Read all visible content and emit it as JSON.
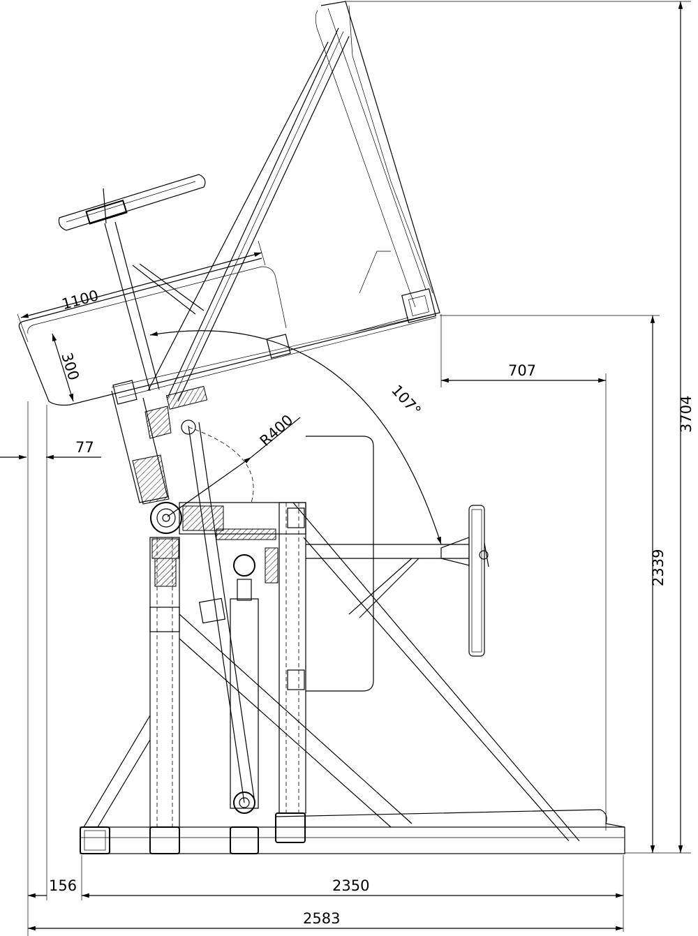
{
  "dimensions": {
    "width_1100": "1100",
    "depth_300": "300",
    "offset_77": "77",
    "radius_400": "R400",
    "angle_107": "107°",
    "length_707": "707",
    "height_3704": "3704",
    "height_2339": "2339",
    "left_156": "156",
    "base_2350": "2350",
    "total_2583": "2583"
  }
}
